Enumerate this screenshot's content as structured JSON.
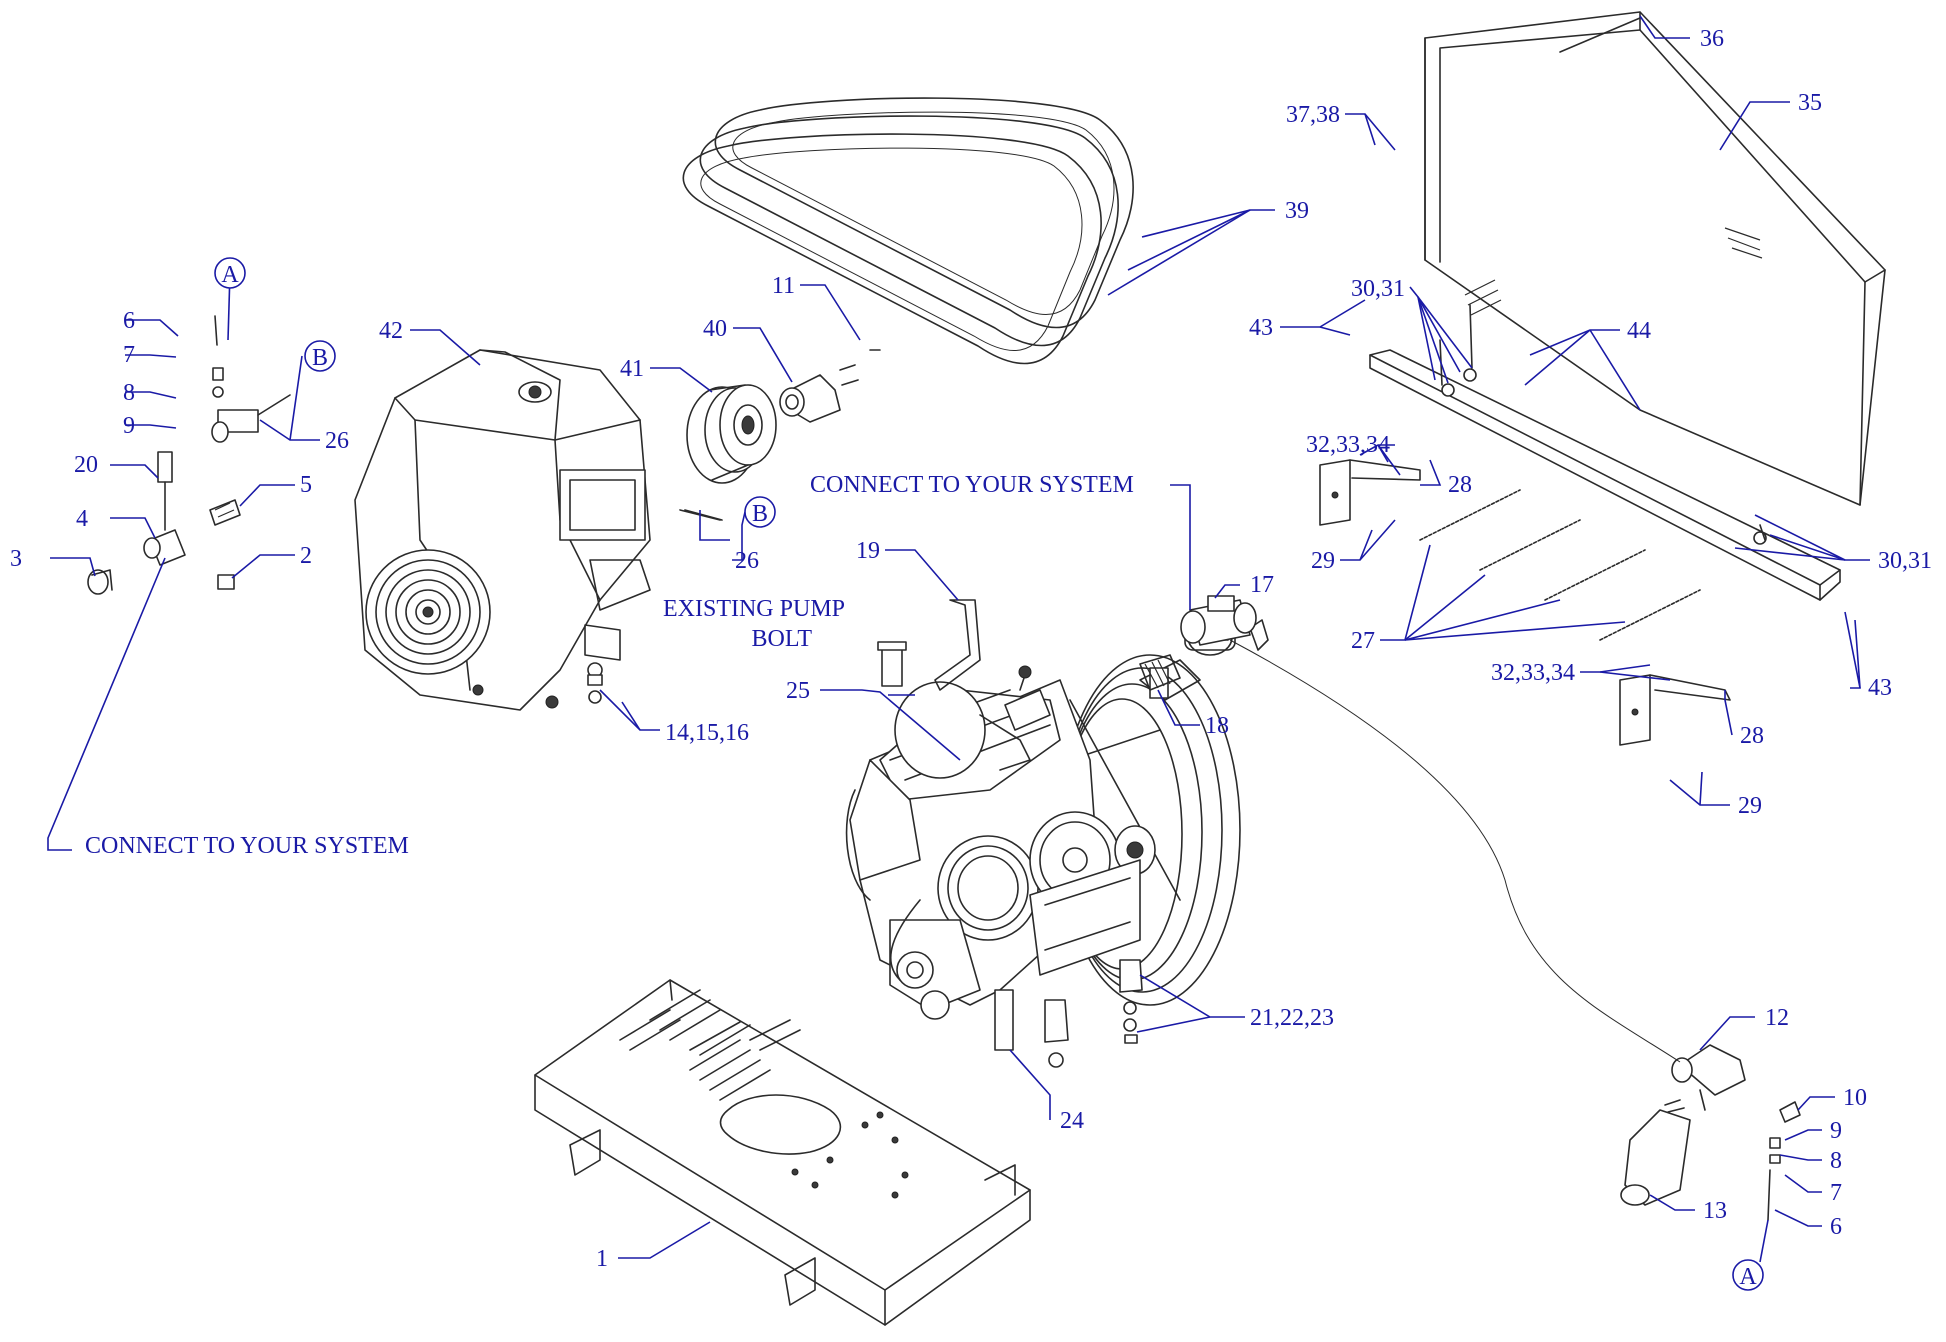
{
  "diagram": {
    "callouts": {
      "c1": "1",
      "c2": "2",
      "c3": "3",
      "c4": "4",
      "c5": "5",
      "c6a": "6",
      "c6b": "6",
      "c7a": "7",
      "c7b": "7",
      "c8a": "8",
      "c8b": "8",
      "c9a": "9",
      "c9b": "9",
      "c10": "10",
      "c11": "11",
      "c12": "12",
      "c13": "13",
      "c141516": "14,15,16",
      "c17": "17",
      "c18": "18",
      "c19": "19",
      "c20": "20",
      "c212223": "21,22,23",
      "c24": "24",
      "c25": "25",
      "c26a": "26",
      "c26b": "26",
      "c27": "27",
      "c28a": "28",
      "c28b": "28",
      "c29a": "29",
      "c29b": "29",
      "c3031a": "30,31",
      "c3031b": "30,31",
      "c323334a": "32,33,34",
      "c323334b": "32,33,34",
      "c35": "35",
      "c36": "36",
      "c3738": "37,38",
      "c39": "39",
      "c40": "40",
      "c41": "41",
      "c42": "42",
      "c43a": "43",
      "c43b": "43",
      "c44": "44"
    },
    "refs": {
      "a1": "A",
      "a2": "A",
      "b1": "B",
      "b2": "B"
    },
    "notes": {
      "connect_right": "CONNECT TO YOUR SYSTEM",
      "connect_left": "CONNECT TO YOUR SYSTEM",
      "existing_pump_1": "EXISTING PUMP",
      "existing_pump_2": "BOLT"
    },
    "colors": {
      "callout": "#1a1aa6",
      "linework": "#2b2b2b",
      "background": "#ffffff"
    }
  }
}
